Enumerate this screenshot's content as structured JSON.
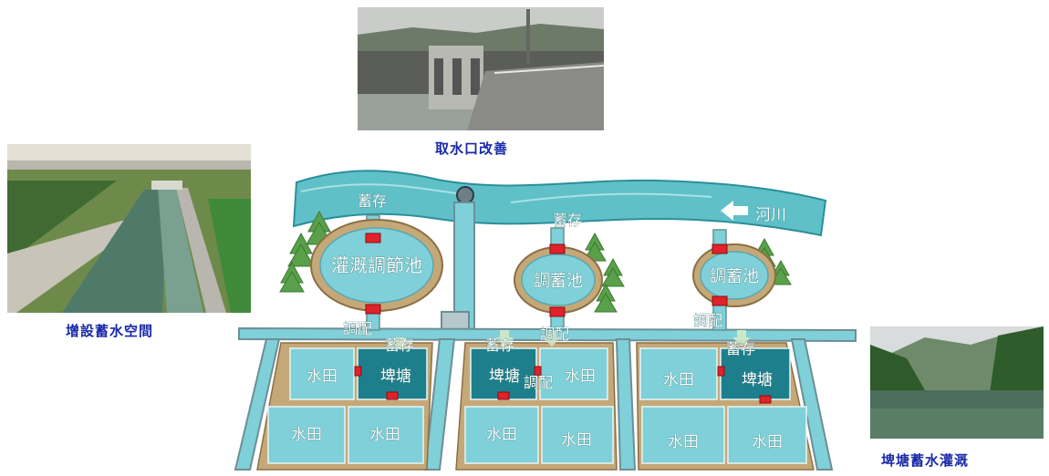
{
  "captions": {
    "intake": "取水口改善",
    "storage_space": "增設蓄水空間",
    "pond_irrigation": "埤塘蓄水灌溉"
  },
  "river_label": "河川",
  "ponds": {
    "irrigation_pond": "灌溉調節池",
    "regulating_pond_1": "調蓄池",
    "regulating_pond_2": "調蓄池"
  },
  "flow_labels": {
    "store": "蓄存",
    "allocate": "調配"
  },
  "fields": {
    "paddy": "水田",
    "farm_pond": "埤塘"
  },
  "colors": {
    "water": "#5fc0c8",
    "paddy": "#7fd0d8",
    "farm_pond": "#1e7f8c",
    "field_frame": "#c5a878",
    "gate": "#e0222a",
    "caption": "#1a2aa8"
  }
}
